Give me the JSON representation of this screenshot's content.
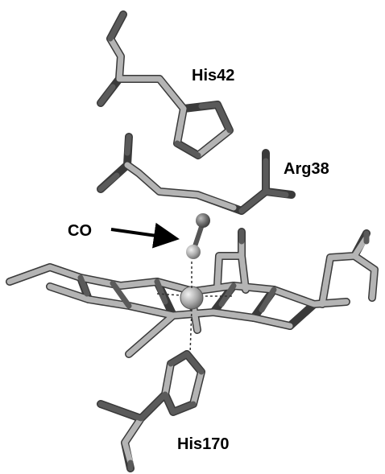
{
  "labels": {
    "his42": "His42",
    "arg38": "Arg38",
    "co": "CO",
    "his170": "His170"
  },
  "colors": {
    "carbon": "#b4b4b4",
    "heteroatom": "#555555",
    "sphere": "#a8a8a8",
    "arrow": "#000000",
    "text": "#000000"
  }
}
